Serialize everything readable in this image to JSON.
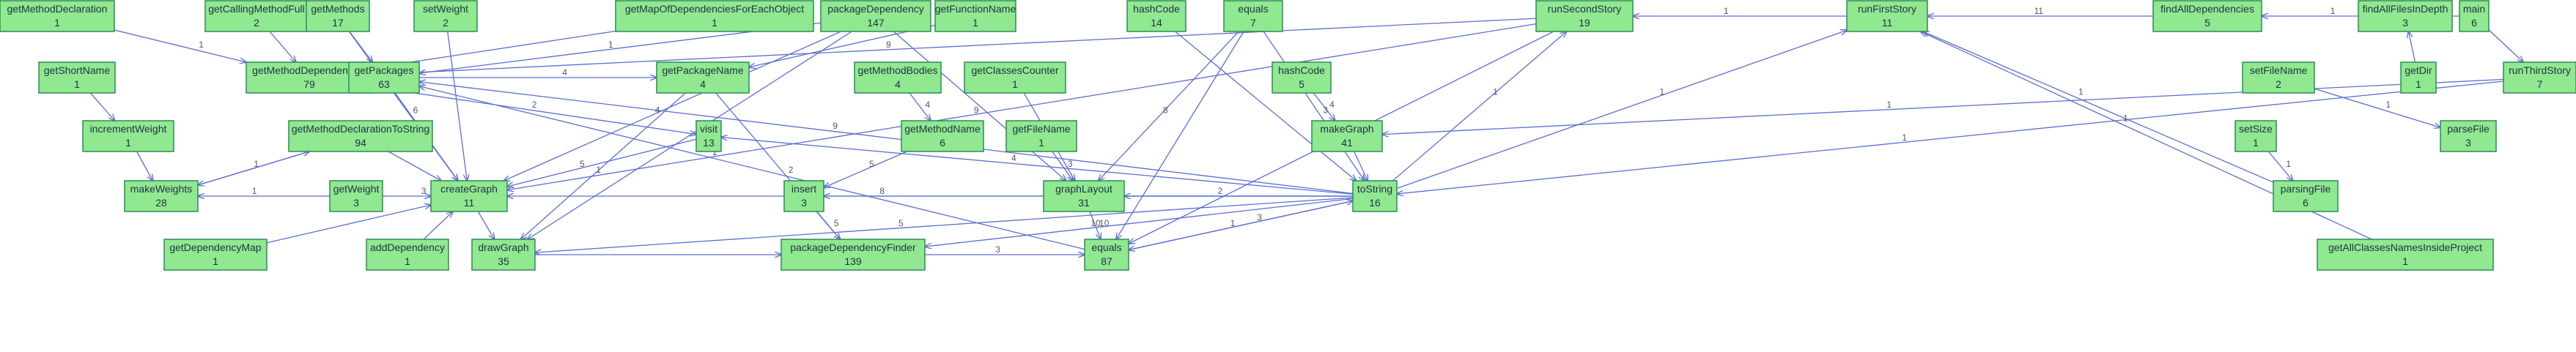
{
  "nodes": [
    {
      "id": "getMethodDeclaration",
      "name": "getMethodDeclaration",
      "count": "1"
    },
    {
      "id": "getCallingMethodFull",
      "name": "getCallingMethodFull",
      "count": "2"
    },
    {
      "id": "getMethods",
      "name": "getMethods",
      "count": "17"
    },
    {
      "id": "setWeight",
      "name": "setWeight",
      "count": "2"
    },
    {
      "id": "getMapOfDependenciesForEachObject",
      "name": "getMapOfDependenciesForEachObject",
      "count": "1"
    },
    {
      "id": "packageDependency",
      "name": "packageDependency",
      "count": "147"
    },
    {
      "id": "getFunctionName",
      "name": "getFunctionName",
      "count": "1"
    },
    {
      "id": "hashCode",
      "name": "hashCode",
      "count": "14"
    },
    {
      "id": "equals7",
      "name": "equals",
      "count": "7"
    },
    {
      "id": "runSecondStory",
      "name": "runSecondStory",
      "count": "19"
    },
    {
      "id": "runFirstStory",
      "name": "runFirstStory",
      "count": "11"
    },
    {
      "id": "findAllDependencies",
      "name": "findAllDependencies",
      "count": "5"
    },
    {
      "id": "findAllFilesInDepth",
      "name": "findAllFilesInDepth",
      "count": "3"
    },
    {
      "id": "main",
      "name": "main",
      "count": "6"
    },
    {
      "id": "getShortName",
      "name": "getShortName",
      "count": "1"
    },
    {
      "id": "getMethodDependencies",
      "name": "getMethodDependencies",
      "count": "79"
    },
    {
      "id": "getPackages",
      "name": "getPackages",
      "count": "63"
    },
    {
      "id": "getPackageName",
      "name": "getPackageName",
      "count": "4"
    },
    {
      "id": "getMethodBodies",
      "name": "getMethodBodies",
      "count": "4"
    },
    {
      "id": "getClassesCounter",
      "name": "getClassesCounter",
      "count": "1"
    },
    {
      "id": "hashCode5",
      "name": "hashCode",
      "count": "5"
    },
    {
      "id": "setFileName",
      "name": "setFileName",
      "count": "2"
    },
    {
      "id": "getDir",
      "name": "getDir",
      "count": "1"
    },
    {
      "id": "runThirdStory",
      "name": "runThirdStory",
      "count": "7"
    },
    {
      "id": "incrementWeight",
      "name": "incrementWeight",
      "count": "1"
    },
    {
      "id": "getMethodDeclarationToString",
      "name": "getMethodDeclarationToString",
      "count": "94"
    },
    {
      "id": "visit",
      "name": "visit",
      "count": "13"
    },
    {
      "id": "getMethodName",
      "name": "getMethodName",
      "count": "6"
    },
    {
      "id": "getFunctionName2",
      "name": "getFileName",
      "count": "1"
    },
    {
      "id": "makeGraph",
      "name": "makeGraph",
      "count": "41"
    },
    {
      "id": "setSize",
      "name": "setSize",
      "count": "1"
    },
    {
      "id": "parseFile",
      "name": "parseFile",
      "count": "3"
    },
    {
      "id": "makeWeights",
      "name": "makeWeights",
      "count": "28"
    },
    {
      "id": "getWeight",
      "name": "getWeight",
      "count": "3"
    },
    {
      "id": "createGraph",
      "name": "createGraph",
      "count": "11"
    },
    {
      "id": "insert",
      "name": "insert",
      "count": "3"
    },
    {
      "id": "graphLayout",
      "name": "graphLayout",
      "count": "31"
    },
    {
      "id": "toString",
      "name": "toString",
      "count": "16"
    },
    {
      "id": "parsingFile",
      "name": "parsingFile",
      "count": "6"
    },
    {
      "id": "getDependencyMap",
      "name": "getDependencyMap",
      "count": "1"
    },
    {
      "id": "addDependency",
      "name": "addDependency",
      "count": "1"
    },
    {
      "id": "drawGraph",
      "name": "drawGraph",
      "count": "35"
    },
    {
      "id": "packageDependencyFinder",
      "name": "packageDependencyFinder",
      "count": "139"
    },
    {
      "id": "equals87",
      "name": "equals",
      "count": "87"
    },
    {
      "id": "getAllClassesNamesInsideProject",
      "name": "getAllClassesNamesInsideProject",
      "count": "1"
    }
  ],
  "edges": [
    {
      "from": "getMethodDeclaration",
      "to": "getMethodDependencies",
      "label": "1"
    },
    {
      "from": "getCallingMethodFull",
      "to": "getMethodDependencies",
      "label": ""
    },
    {
      "from": "getMethods",
      "to": "getPackages",
      "label": ""
    },
    {
      "from": "setWeight",
      "to": "createGraph",
      "label": ""
    },
    {
      "from": "getMapOfDependenciesForEachObject",
      "to": "getMethodDependencies",
      "label": ""
    },
    {
      "from": "packageDependency",
      "to": "getPackages",
      "label": "1"
    },
    {
      "from": "packageDependency",
      "to": "drawGraph",
      "label": ""
    },
    {
      "from": "packageDependency",
      "to": "graphLayout",
      "label": ""
    },
    {
      "from": "getFunctionName",
      "to": "getPackageName",
      "label": ""
    },
    {
      "from": "hashCode",
      "to": "toString",
      "label": ""
    },
    {
      "from": "equals7",
      "to": "equals87",
      "label": ""
    },
    {
      "from": "runFirstStory",
      "to": "runSecondStory",
      "label": "1"
    },
    {
      "from": "findAllDependencies",
      "to": "runFirstStory",
      "label": "11"
    },
    {
      "from": "main",
      "to": "findAllDependencies",
      "label": "1"
    },
    {
      "from": "getDir",
      "to": "findAllFilesInDepth",
      "label": ""
    },
    {
      "from": "main",
      "to": "runThirdStory",
      "label": ""
    },
    {
      "from": "getShortName",
      "to": "incrementWeight",
      "label": ""
    },
    {
      "from": "incrementWeight",
      "to": "makeWeights",
      "label": ""
    },
    {
      "from": "getMethodDependencies",
      "to": "visit",
      "label": "2"
    },
    {
      "from": "getPackages",
      "to": "createGraph",
      "label": ""
    },
    {
      "from": "getPackages",
      "to": "getPackageName",
      "label": "4"
    },
    {
      "from": "getPackageName",
      "to": "packageDependencyFinder",
      "label": "2"
    },
    {
      "from": "getMethodBodies",
      "to": "getMethodName",
      "label": "4"
    },
    {
      "from": "getClassesCounter",
      "to": "graphLayout",
      "label": ""
    },
    {
      "from": "hashCode5",
      "to": "makeGraph",
      "label": "4"
    },
    {
      "from": "setFileName",
      "to": "parseFile",
      "label": "1"
    },
    {
      "from": "runThirdStory",
      "to": "toString",
      "label": "1"
    },
    {
      "from": "runThirdStory",
      "to": "makeGraph",
      "label": "1"
    },
    {
      "from": "getMethodDeclarationToString",
      "to": "createGraph",
      "label": ""
    },
    {
      "from": "getMethodDeclarationToString",
      "to": "makeWeights",
      "label": "1"
    },
    {
      "from": "visit",
      "to": "createGraph",
      "label": "5"
    },
    {
      "from": "getMethodName",
      "to": "insert",
      "label": "5"
    },
    {
      "from": "getFunctionName2",
      "to": "graphLayout",
      "label": "3"
    },
    {
      "from": "makeGraph",
      "to": "toString",
      "label": ""
    },
    {
      "from": "setSize",
      "to": "parsingFile",
      "label": "1"
    },
    {
      "from": "getWeight",
      "to": "makeWeights",
      "label": "1"
    },
    {
      "from": "getWeight",
      "to": "createGraph",
      "label": "3"
    },
    {
      "from": "createGraph",
      "to": "drawGraph",
      "label": ""
    },
    {
      "from": "insert",
      "to": "packageDependencyFinder",
      "label": "5"
    },
    {
      "from": "graphLayout",
      "to": "equals87",
      "label": "10"
    },
    {
      "from": "toString",
      "to": "equals87",
      "label": "1"
    },
    {
      "from": "toString",
      "to": "createGraph",
      "label": "8"
    },
    {
      "from": "toString",
      "to": "getPackages",
      "label": "9"
    },
    {
      "from": "toString",
      "to": "runSecondStory",
      "label": "1"
    },
    {
      "from": "toString",
      "to": "runFirstStory",
      "label": "1"
    },
    {
      "from": "parsingFile",
      "to": "runFirstStory",
      "label": "1"
    },
    {
      "from": "getAllClassesNamesInsideProject",
      "to": "runFirstStory",
      "label": "1"
    },
    {
      "from": "getDependencyMap",
      "to": "createGraph",
      "label": ""
    },
    {
      "from": "addDependency",
      "to": "createGraph",
      "label": ""
    },
    {
      "from": "drawGraph",
      "to": "packageDependencyFinder",
      "label": ""
    },
    {
      "from": "packageDependencyFinder",
      "to": "equals87",
      "label": "3"
    },
    {
      "from": "equals87",
      "to": "toString",
      "label": "3"
    },
    {
      "from": "runSecondStory",
      "to": "createGraph",
      "label": "9"
    },
    {
      "from": "runSecondStory",
      "to": "getMethodDependencies",
      "label": "9"
    },
    {
      "from": "runSecondStory",
      "to": "equals87",
      "label": "1"
    },
    {
      "from": "makeWeights",
      "to": "getMethodDeclarationToString",
      "label": ""
    },
    {
      "from": "toString",
      "to": "insert",
      "label": "10"
    },
    {
      "from": "toString",
      "to": "packageDependencyFinder",
      "label": "10"
    },
    {
      "from": "toString",
      "to": "drawGraph",
      "label": "5"
    },
    {
      "from": "toString",
      "to": "graphLayout",
      "label": "2"
    },
    {
      "from": "toString",
      "to": "visit",
      "label": "4"
    },
    {
      "from": "packageDependency",
      "to": "createGraph",
      "label": "4"
    },
    {
      "from": "getMethods",
      "to": "createGraph",
      "label": "6"
    },
    {
      "from": "equals87",
      "to": "getPackages",
      "label": "1"
    },
    {
      "from": "getPackageName",
      "to": "drawGraph",
      "label": "1"
    },
    {
      "from": "equals7",
      "to": "graphLayout",
      "label": "8"
    },
    {
      "from": "equals7",
      "to": "toString",
      "label": "3"
    }
  ]
}
